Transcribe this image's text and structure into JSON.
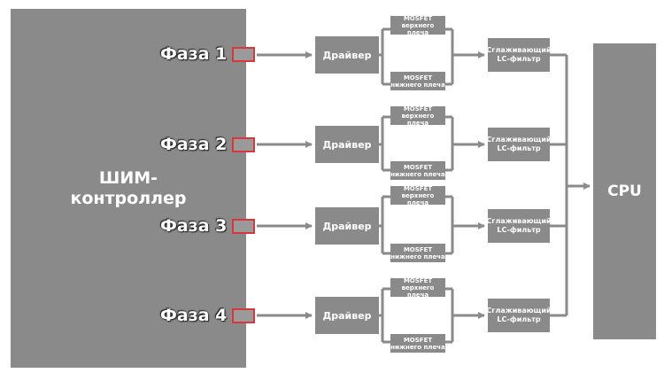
{
  "controller": {
    "label_line1": "ШИМ-",
    "label_line2": "контроллер"
  },
  "cpu": {
    "label": "CPU"
  },
  "phases": [
    {
      "label": "Фаза 1",
      "driver": "Драйвер",
      "mosfet_high_1": "MOSFET",
      "mosfet_high_2": "верхнего плеча",
      "mosfet_low_1": "MOSFET",
      "mosfet_low_2": "нижнего плеча",
      "filter_1": "Сглаживающий",
      "filter_2": "LC-фильтр"
    },
    {
      "label": "Фаза 2",
      "driver": "Драйвер",
      "mosfet_high_1": "MOSFET",
      "mosfet_high_2": "верхнего плеча",
      "mosfet_low_1": "MOSFET",
      "mosfet_low_2": "нижнего плеча",
      "filter_1": "Сглаживающий",
      "filter_2": "LC-фильтр"
    },
    {
      "label": "Фаза 3",
      "driver": "Драйвер",
      "mosfet_high_1": "MOSFET",
      "mosfet_high_2": "верхнего плеча",
      "mosfet_low_1": "MOSFET",
      "mosfet_low_2": "нижнего плеча",
      "filter_1": "Сглаживающий",
      "filter_2": "LC-фильтр"
    },
    {
      "label": "Фаза 4",
      "driver": "Драйвер",
      "mosfet_high_1": "MOSFET",
      "mosfet_high_2": "верхнего плеча",
      "mosfet_low_1": "MOSFET",
      "mosfet_low_2": "нижнего плеча",
      "filter_1": "Сглаживающий",
      "filter_2": "LC-фильтр"
    }
  ],
  "colors": {
    "box": "#8a8a8a",
    "line": "#8a8a8a",
    "port_border": "#d9363e"
  }
}
